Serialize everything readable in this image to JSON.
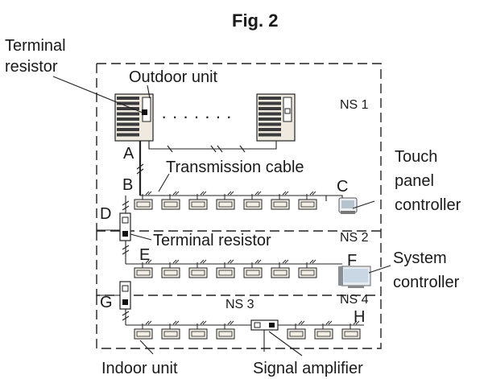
{
  "title": "Fig. 2",
  "labels": {
    "terminal_resistor_top_line1": "Terminal",
    "terminal_resistor_top_line2": "resistor",
    "outdoor_unit": "Outdoor unit",
    "dots": "· · · · · · ·",
    "ns1": "NS 1",
    "ns2": "NS 2",
    "ns3": "NS 3",
    "ns4": "NS 4",
    "transmission_cable": "Transmission cable",
    "terminal_resistor_mid": "Terminal resistor",
    "touch_line1": "Touch",
    "touch_line2": "panel",
    "touch_line3": "controller",
    "system_line1": "System",
    "system_line2": "controller",
    "indoor_unit": "Indoor unit",
    "signal_amplifier": "Signal amplifier"
  },
  "points": {
    "A": "A",
    "B": "B",
    "C": "C",
    "D": "D",
    "E": "E",
    "F": "F",
    "G": "G",
    "H": "H"
  },
  "colors": {
    "line": "#222222",
    "unit_fill": "#f2efe6",
    "outdoor_fill": "#eeeae0",
    "panel_dark": "#4a4a4a"
  },
  "icons": {
    "outdoor": "outdoor-unit-icon",
    "indoor": "indoor-unit-icon",
    "touch_panel": "touch-panel-controller-icon",
    "system": "system-controller-icon",
    "amplifier": "signal-amplifier-icon"
  }
}
